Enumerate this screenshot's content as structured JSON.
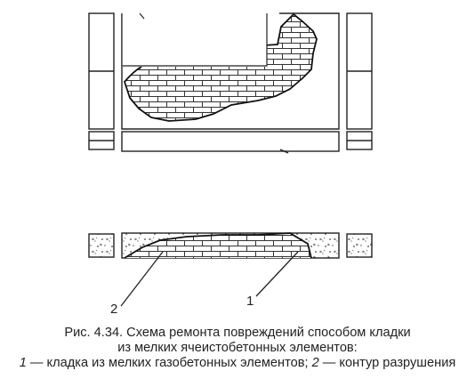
{
  "labels": {
    "label_2": "2",
    "label_1": "1"
  },
  "caption": {
    "line1": "Рис. 4.34. Схема ремонта повреждений способом кладки",
    "line2": "из мелких ячеистобетонных элементов:",
    "line3_num1": "1",
    "line3_text1": " — кладка из мелких газобетонных элементов; ",
    "line3_num2": "2",
    "line3_text2": " — контур разрушения"
  }
}
